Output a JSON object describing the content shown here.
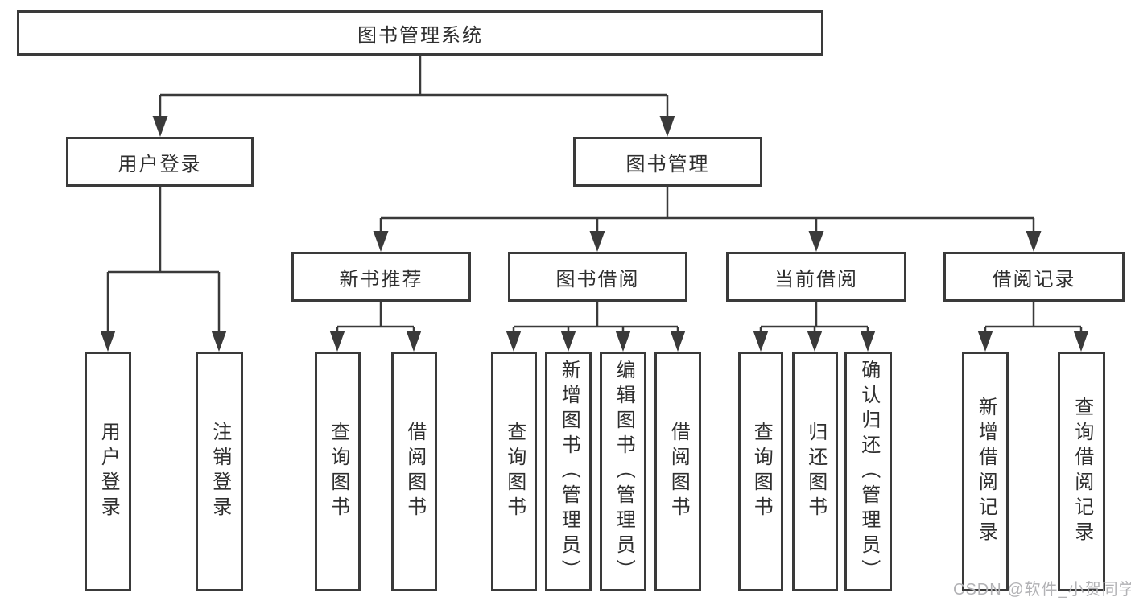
{
  "diagram": {
    "colors": {
      "line": "#3a3a3a",
      "box_border": "#3a3a3a",
      "text": "#2f2f2f",
      "watermark": "#b2b2b5",
      "background": "#ffffff"
    },
    "watermark": {
      "text": "CSDN @软件_小贺同学"
    },
    "tree": {
      "label": "图书管理系统",
      "children": [
        {
          "label": "用户登录",
          "children": [
            {
              "label": "用户登录"
            },
            {
              "label": "注销登录"
            }
          ]
        },
        {
          "label": "图书管理",
          "children": [
            {
              "label": "新书推荐",
              "children": [
                {
                  "label": "查询图书"
                },
                {
                  "label": "借阅图书"
                }
              ]
            },
            {
              "label": "图书借阅",
              "children": [
                {
                  "label": "查询图书"
                },
                {
                  "label": "新增图书（管理员）"
                },
                {
                  "label": "编辑图书（管理员）"
                },
                {
                  "label": "借阅图书"
                }
              ]
            },
            {
              "label": "当前借阅",
              "children": [
                {
                  "label": "查询图书"
                },
                {
                  "label": "归还图书"
                },
                {
                  "label": "确认归还（管理员）"
                }
              ]
            },
            {
              "label": "借阅记录",
              "children": [
                {
                  "label": "新增借阅记录"
                },
                {
                  "label": "查询借阅记录"
                }
              ]
            }
          ]
        }
      ]
    }
  }
}
